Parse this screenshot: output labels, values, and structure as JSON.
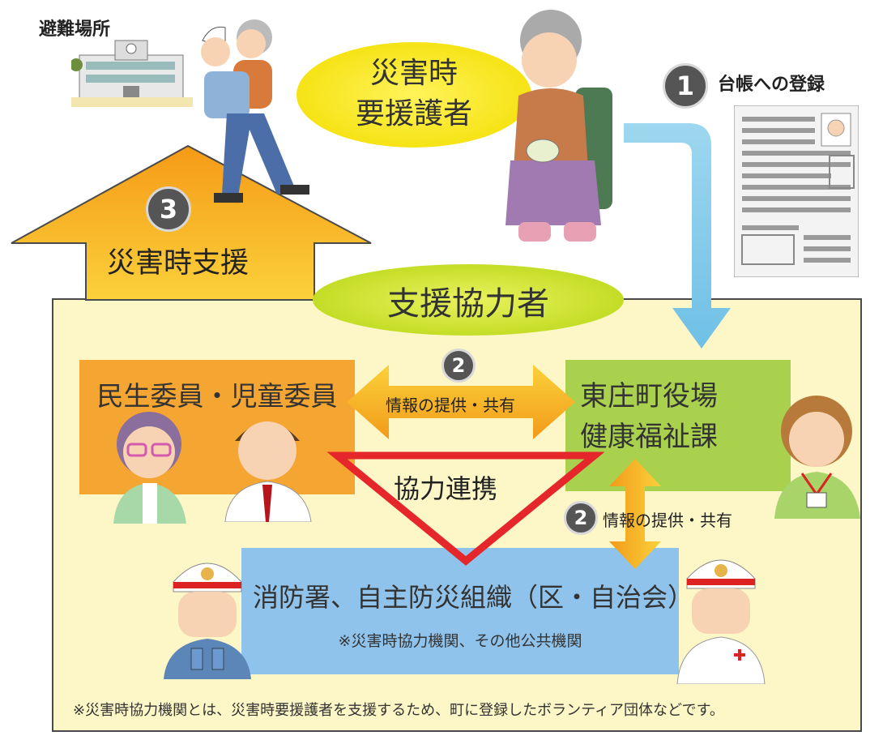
{
  "colors": {
    "panel_bg": "#fdf6c6",
    "orange_box": "#f5a531",
    "green_box": "#a9d14d",
    "blue_box": "#8fc3eb",
    "arrow_blue": "#8fd0ec",
    "arrow_orange": "#f29a1a",
    "triangle_red": "#e5262a"
  },
  "top_left": {
    "label": "避難場所"
  },
  "step1": {
    "number": "1",
    "label": "台帳への登録"
  },
  "main_person": {
    "line1": "災害時",
    "line2": "要援護者"
  },
  "step3": {
    "number": "3",
    "label": "災害時支援"
  },
  "helpers_label": "支援協力者",
  "welfare_box": {
    "title": "民生委員・児童委員"
  },
  "town_box": {
    "line1": "東庄町役場",
    "line2": "健康福祉課"
  },
  "info_share_h": {
    "number": "2",
    "label": "情報の提供・共有"
  },
  "info_share_v": {
    "number": "2",
    "label": "情報の提供・共有"
  },
  "cooperation": "協力連携",
  "fire_box": {
    "title": "消防署、自主防災組織（区・自治会）",
    "note": "※災害時協力機関、その他公共機関"
  },
  "footnote": "※災害時協力機関とは、災害時要援護者を支援するため、町に登録したボランティア団体などです。",
  "icons": [
    "school-building-icon",
    "rescuer-carrying-elder-icon",
    "elderly-woman-icon",
    "registry-document-icon",
    "welfare-officer-woman-icon",
    "welfare-officer-man-icon",
    "town-staff-woman-icon",
    "firefighter-icon"
  ]
}
